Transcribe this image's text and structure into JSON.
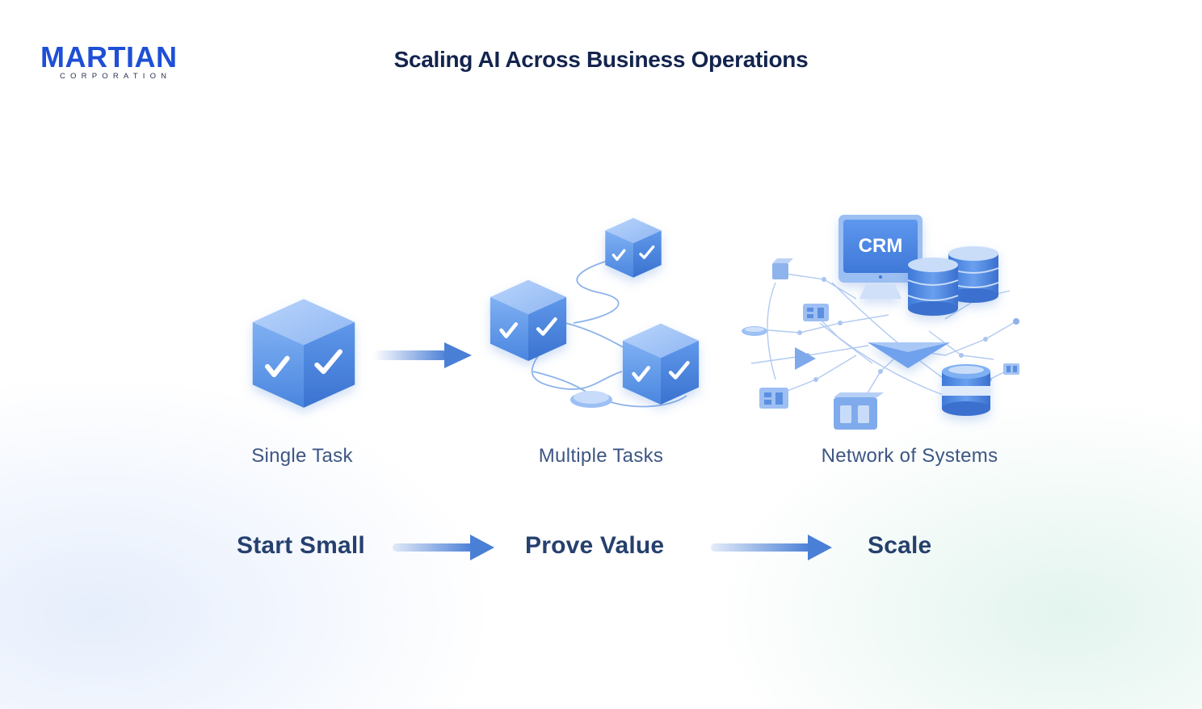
{
  "header": {
    "logo_text": "MARTIAN",
    "logo_subtext": "CORPORATION",
    "title": "Scaling AI Across Business Operations"
  },
  "stages": [
    {
      "label": "Single Task"
    },
    {
      "label": "Multiple Tasks"
    },
    {
      "label": "Network of Systems",
      "monitor_text": "CRM"
    }
  ],
  "steps": [
    {
      "label": "Start Small"
    },
    {
      "label": "Prove Value"
    },
    {
      "label": "Scale"
    }
  ],
  "colors": {
    "brand_blue": "#1f4fd6",
    "title_navy": "#13244d",
    "cube_blue": "#5b94e6",
    "arrow_blue": "#4a7fd6"
  }
}
